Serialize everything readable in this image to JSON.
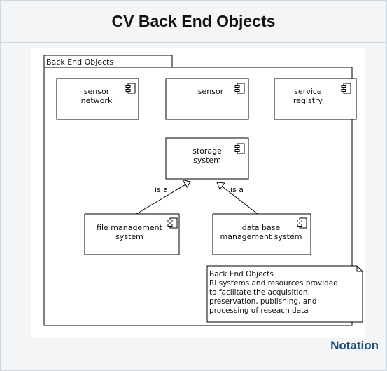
{
  "panel": {
    "title": "CV Back End Objects",
    "footer_link": "Notation"
  },
  "diagram": {
    "package_label": "Back End Objects",
    "components": {
      "sensor_network": [
        "sensor",
        "network"
      ],
      "sensor": [
        "sensor"
      ],
      "service_registry": [
        "service",
        "registry"
      ],
      "storage_system": [
        "storage",
        "system"
      ],
      "file_management_system": [
        "file management",
        "system"
      ],
      "data_base_management_system": [
        "data base",
        "management system"
      ]
    },
    "relations": {
      "file_to_storage": "is a",
      "db_to_storage": "is a"
    },
    "note": [
      "Back End Objects",
      "RI systems and resources provided",
      "to facilitate the acquisition,",
      "preservation, publishing, and",
      "processing of reseach data"
    ]
  },
  "colors": {
    "panel_bg": "#f3f5f7",
    "border": "#cfd6df",
    "title": "#111111",
    "link": "#1f4e79"
  }
}
